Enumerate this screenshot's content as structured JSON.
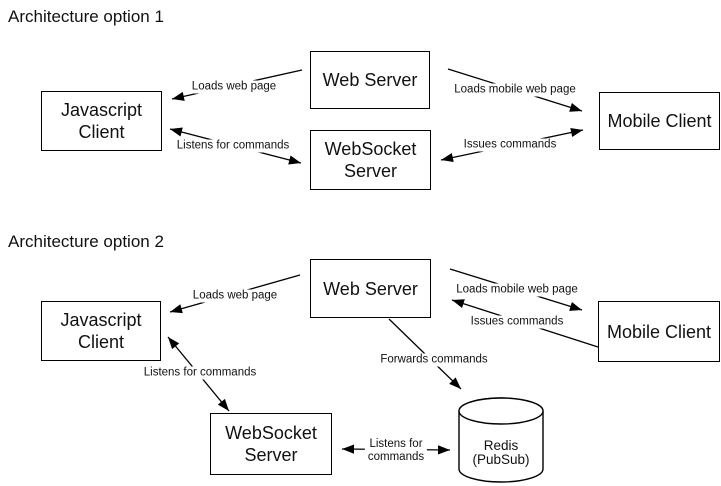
{
  "colors": {
    "background": "#ffffff",
    "stroke": "#000000",
    "text": "#111111"
  },
  "option1": {
    "title": "Architecture option 1",
    "nodes": {
      "javascript_client": "Javascript\nClient",
      "web_server": "Web Server",
      "websocket_server": "WebSocket\nServer",
      "mobile_client": "Mobile Client"
    },
    "edges": {
      "loads_web_page": "Loads web page",
      "listens_for_commands": "Listens for commands",
      "loads_mobile_web_page": "Loads mobile web page",
      "issues_commands": "Issues commands"
    }
  },
  "option2": {
    "title": "Architecture option 2",
    "nodes": {
      "javascript_client": "Javascript\nClient",
      "web_server": "Web Server",
      "websocket_server": "WebSocket\nServer",
      "mobile_client": "Mobile Client",
      "redis": "Redis\n(PubSub)"
    },
    "edges": {
      "loads_web_page": "Loads web page",
      "listens_for_commands": "Listens for commands",
      "loads_mobile_web_page": "Loads mobile web page",
      "issues_commands": "Issues commands",
      "forwards_commands": "Forwards commands",
      "listens_for_commands_redis": "Listens for\ncommands"
    }
  }
}
